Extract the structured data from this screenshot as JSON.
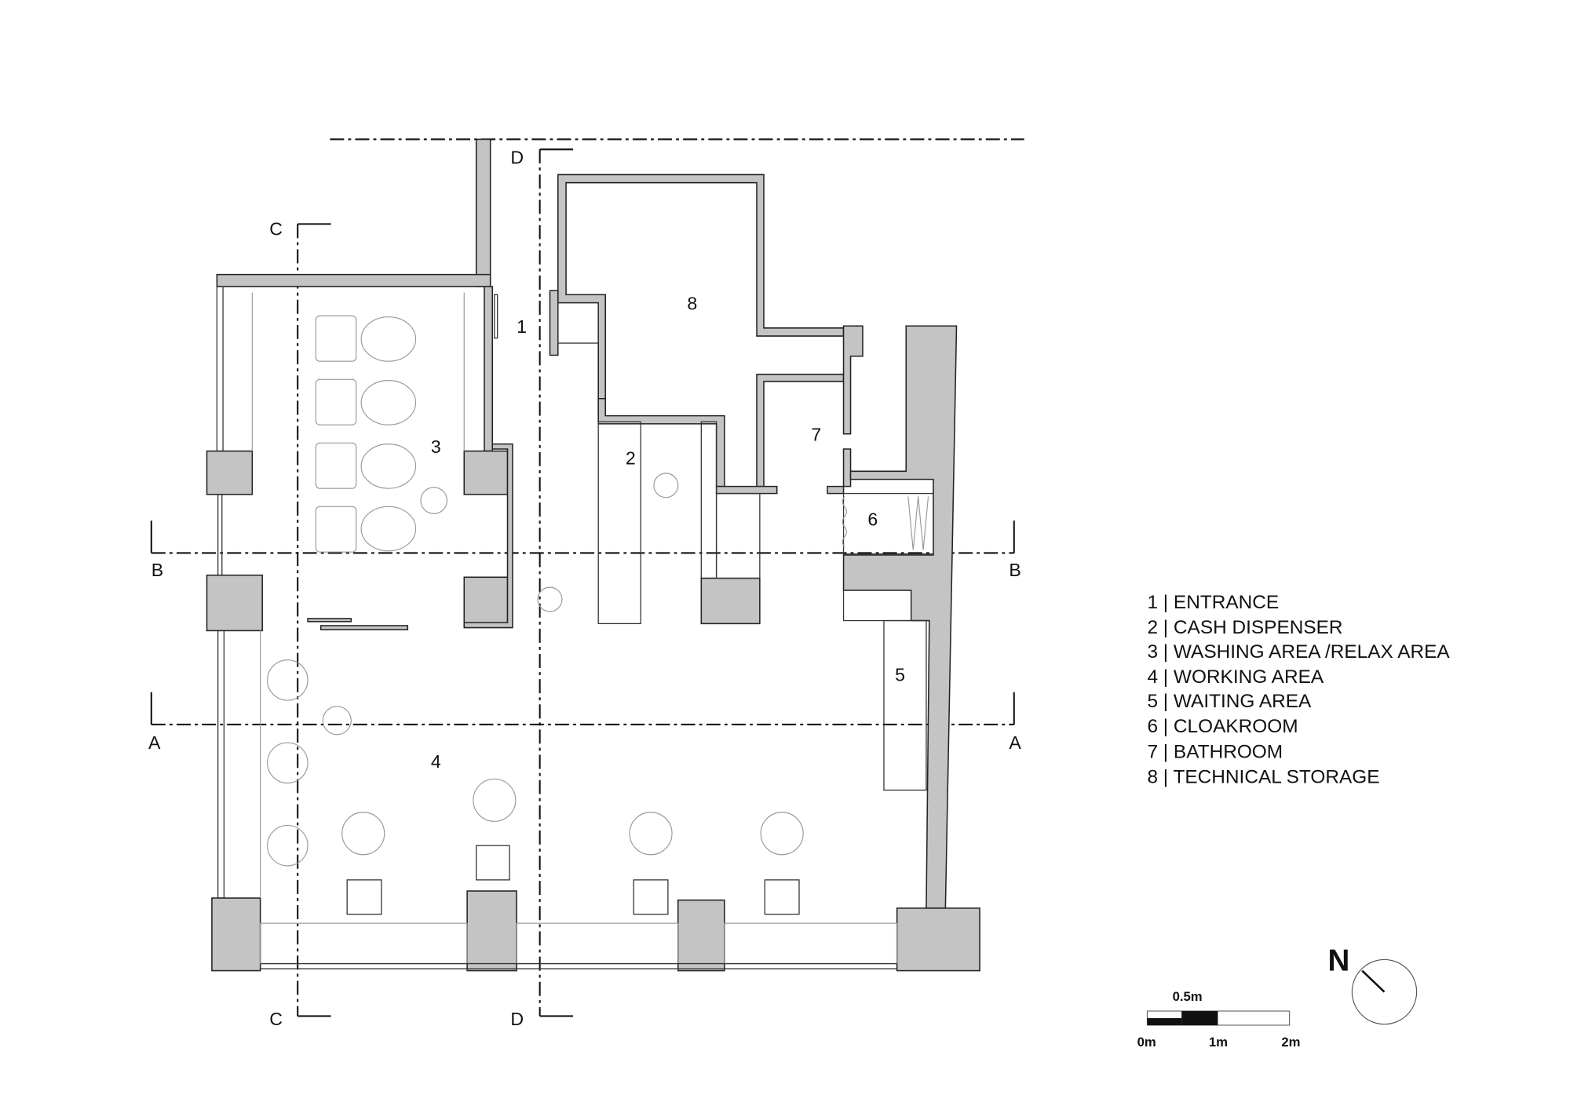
{
  "plan": {
    "room_numbers": [
      "1",
      "2",
      "3",
      "4",
      "5",
      "6",
      "7",
      "8"
    ],
    "section_labels": {
      "a": "A",
      "b": "B",
      "c": "C",
      "d": "D"
    }
  },
  "legend": [
    "1 | ENTRANCE",
    "2 | CASH DISPENSER",
    "3 | WASHING AREA /RELAX AREA",
    "4 | WORKING AREA",
    "5 | WAITING AREA",
    "6 | CLOAKROOM",
    "7 | BATHROOM",
    "8 | TECHNICAL STORAGE"
  ],
  "scale_bar": {
    "top_label": "0.5m",
    "labels": [
      "0m",
      "1m",
      "2m"
    ]
  },
  "north": {
    "label": "N"
  }
}
